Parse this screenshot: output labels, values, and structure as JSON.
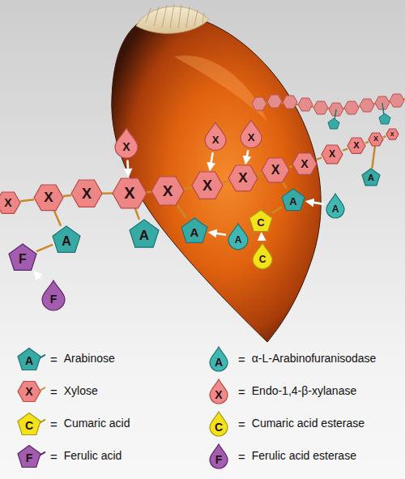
{
  "diagram": {
    "nodes": [
      {
        "text": [
          "X"
        ]
      },
      {
        "text": [
          "X"
        ]
      },
      {
        "text": [
          "X"
        ]
      },
      {
        "text": [
          "X"
        ]
      },
      {
        "text": [
          "X"
        ]
      },
      {
        "text": [
          "X"
        ]
      },
      {
        "text": [
          "X"
        ]
      },
      {
        "text": [
          "X"
        ]
      },
      {
        "text": [
          "X"
        ]
      },
      {
        "text": [
          "X"
        ]
      },
      {
        "text": [
          "X"
        ]
      },
      {
        "text": [
          "X"
        ]
      },
      {
        "text": [
          "X"
        ]
      },
      {
        "text": [
          "A"
        ]
      },
      {
        "text": [
          "F"
        ]
      },
      {
        "text": [
          "A"
        ]
      },
      {
        "text": [
          "A"
        ]
      },
      {
        "text": [
          "A"
        ]
      },
      {
        "text": [
          "C"
        ]
      },
      {
        "text": [
          "A"
        ]
      },
      {
        "text": [
          "X"
        ]
      },
      {
        "text": [
          "X"
        ]
      },
      {
        "text": [
          "X"
        ]
      },
      {
        "text": [
          "A"
        ]
      },
      {
        "text": [
          "A"
        ]
      },
      {
        "text": [
          "C"
        ]
      },
      {
        "text": [
          "F"
        ]
      }
    ],
    "edges": [
      {
        "from": 0,
        "to": 1,
        "arrow": "none"
      },
      {
        "from": 1,
        "to": 2,
        "arrow": "none"
      },
      {
        "from": 2,
        "to": 3,
        "arrow": "none"
      },
      {
        "from": 3,
        "to": 4,
        "arrow": "none"
      },
      {
        "from": 4,
        "to": 5,
        "arrow": "none"
      },
      {
        "from": 5,
        "to": 6,
        "arrow": "none"
      },
      {
        "from": 6,
        "to": 7,
        "arrow": "none"
      },
      {
        "from": 7,
        "to": 8,
        "arrow": "none"
      },
      {
        "from": 8,
        "to": 9,
        "arrow": "none"
      },
      {
        "from": 9,
        "to": 10,
        "arrow": "none"
      },
      {
        "from": 10,
        "to": 11,
        "arrow": "none"
      },
      {
        "from": 11,
        "to": 12,
        "arrow": "none"
      },
      {
        "from": 1,
        "to": 13,
        "arrow": "none"
      },
      {
        "from": 13,
        "to": 14,
        "arrow": "none"
      },
      {
        "from": 3,
        "to": 15,
        "arrow": "none"
      },
      {
        "from": 4,
        "to": 16,
        "arrow": "none"
      },
      {
        "from": 7,
        "to": 17,
        "arrow": "none"
      },
      {
        "from": 17,
        "to": 18,
        "arrow": "none"
      },
      {
        "from": 11,
        "to": 19,
        "arrow": "none"
      },
      {
        "from": 20,
        "to": 3,
        "arrow": "to"
      },
      {
        "from": 21,
        "to": 5,
        "arrow": "to"
      },
      {
        "from": 22,
        "to": 6,
        "arrow": "to"
      },
      {
        "from": 23,
        "to": 16,
        "arrow": "to"
      },
      {
        "from": 24,
        "to": 17,
        "arrow": "to"
      },
      {
        "from": 25,
        "to": 18,
        "arrow": "to"
      },
      {
        "from": 26,
        "to": 14,
        "arrow": "to"
      }
    ],
    "labels": [
      "A",
      "=",
      "A",
      "=",
      "X",
      "=",
      "X",
      "=",
      "C",
      "=",
      "C",
      "=",
      "F",
      "=",
      "F",
      "="
    ],
    "legend": [
      {
        "text": "Arabinose"
      },
      {
        "text": "α-L-Arabinofuranisodase"
      },
      {
        "text": "Xylose"
      },
      {
        "text": "Endo-1,4-β-xylanase"
      },
      {
        "text": "Cumaric acid"
      },
      {
        "text": "Cumaric acid esterase"
      },
      {
        "text": "Ferulic acid"
      },
      {
        "text": "Ferulic acid esterase"
      }
    ]
  }
}
